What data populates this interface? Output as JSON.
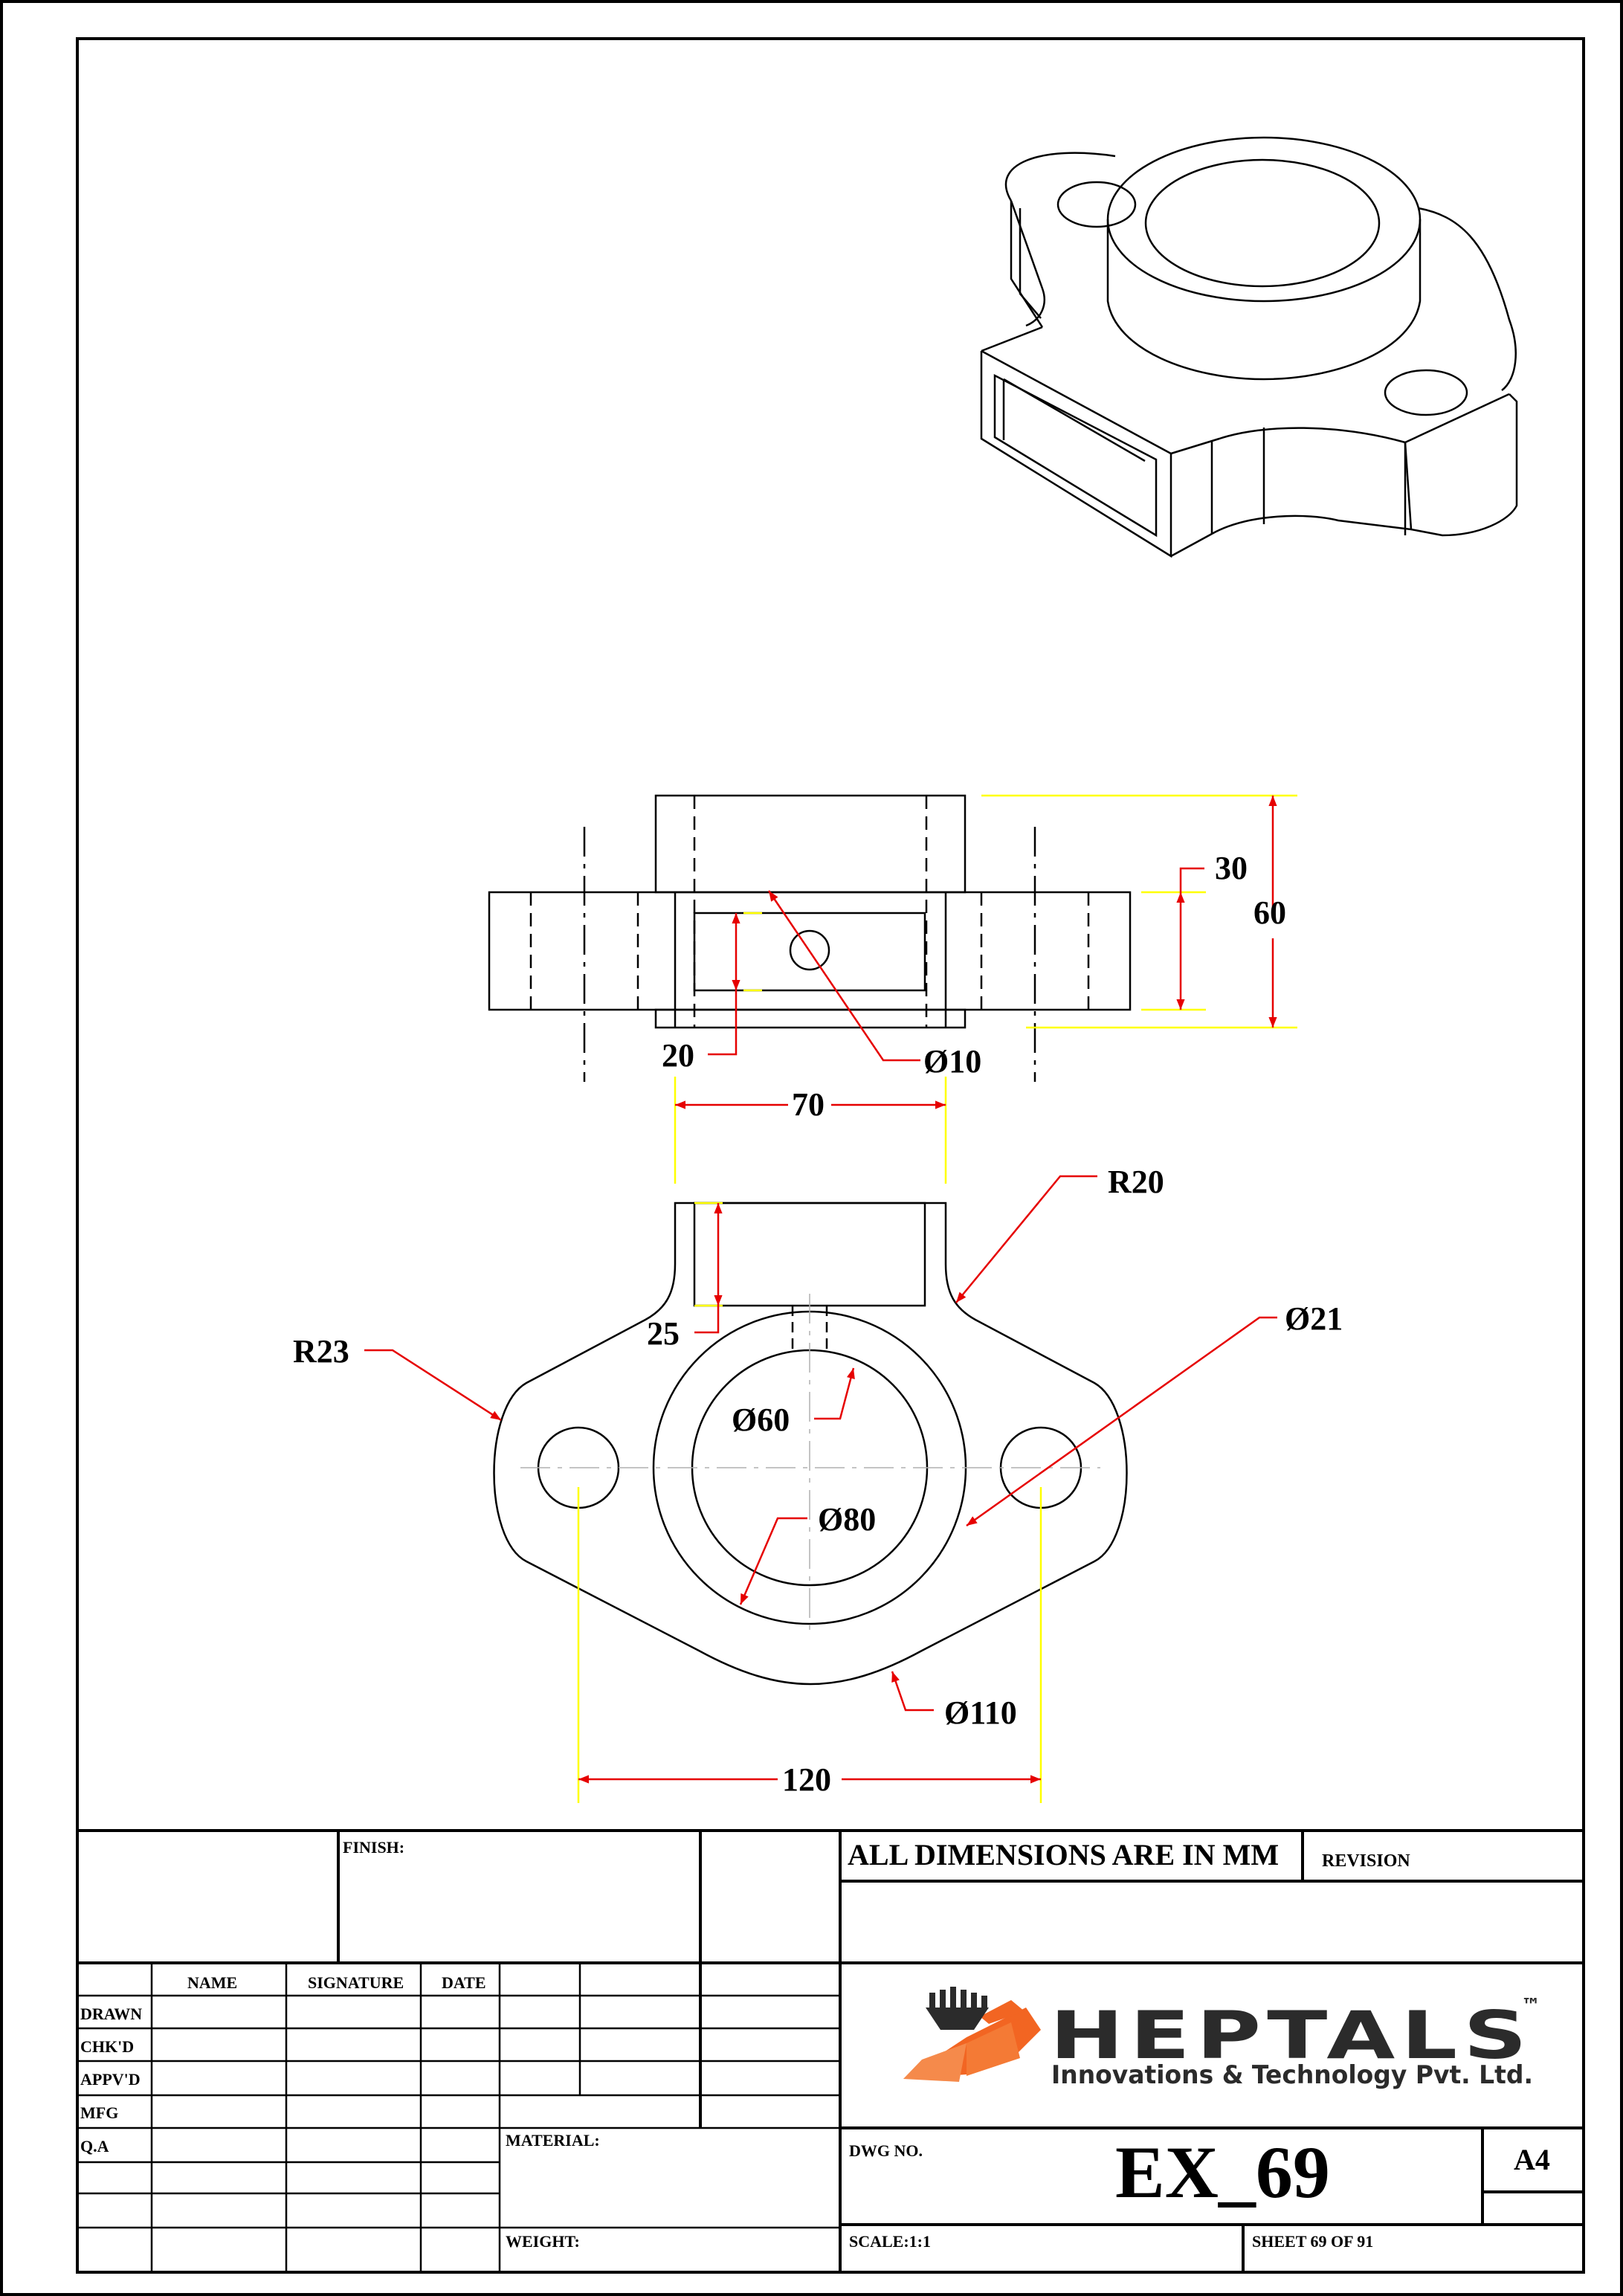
{
  "dimensions": {
    "d30": "30",
    "d60": "60",
    "d20": "20",
    "dia10": "Ø10",
    "d70": "70",
    "r20": "R20",
    "dia21": "Ø21",
    "r23": "R23",
    "d25": "25",
    "dia60": "Ø60",
    "dia80": "Ø80",
    "dia110": "Ø110",
    "d120": "120"
  },
  "title_block": {
    "finish_label": "FINISH:",
    "units_note": "ALL DIMENSIONS ARE IN MM",
    "revision_label": "REVISION",
    "col_name": "NAME",
    "col_signature": "SIGNATURE",
    "col_date": "DATE",
    "rows": [
      "DRAWN",
      "CHK'D",
      "APPV'D",
      "MFG",
      "Q.A"
    ],
    "material_label": "MATERIAL:",
    "weight_label": "WEIGHT:",
    "dwg_no_label": "DWG NO.",
    "dwg_no": "EX_69",
    "sheet_size": "A4",
    "scale": "SCALE:1:1",
    "sheet": "SHEET 69 OF 91"
  },
  "logo": {
    "name": "HEPTALS",
    "tm": "™",
    "tagline": "Innovations & Technology Pvt. Ltd."
  },
  "colors": {
    "line": "#000000",
    "dimension": "#e60000",
    "extension": "#ffff00",
    "center": "#b0b0b0",
    "logo_orange": "#f26522",
    "logo_dark": "#2b2b2b"
  }
}
